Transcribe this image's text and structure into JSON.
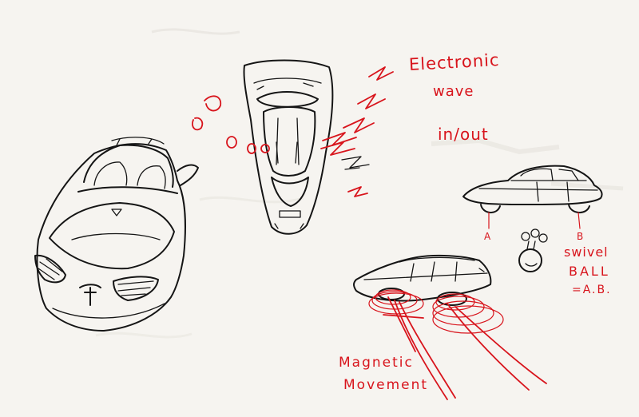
{
  "labels": {
    "electronic": "Electronic",
    "wave": "wave",
    "in_out": "in/out",
    "a_marker": "A",
    "b_marker": "B",
    "swivel": "swivel",
    "ball": "BALL",
    "equation": "=A.B.",
    "magnetic": "Magnetic",
    "movement": "Movement"
  },
  "colors": {
    "ink": "#151515",
    "red": "#d8141c",
    "paper": "#f6f4f0"
  }
}
